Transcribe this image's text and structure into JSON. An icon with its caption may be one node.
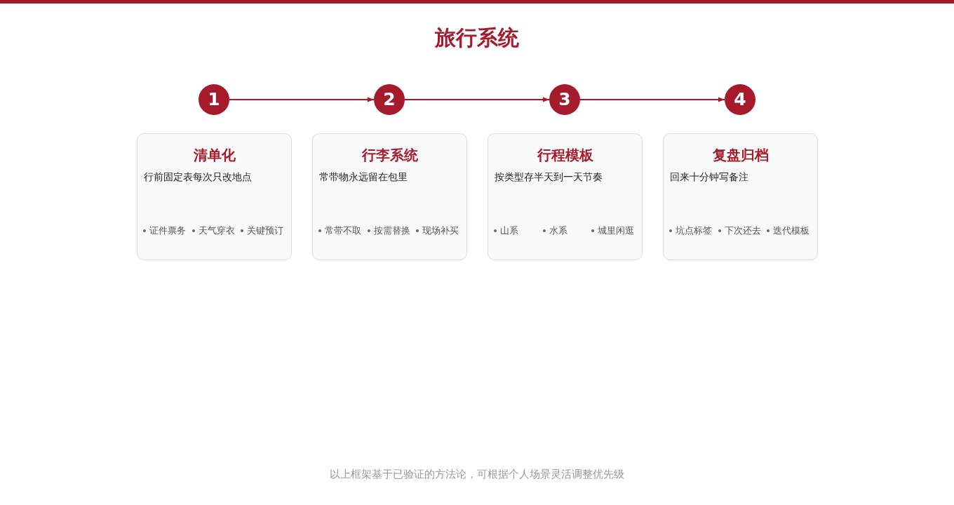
{
  "diagram": {
    "title": "旅行系统",
    "caption": "以上框架基于已验证的方法论，可根据个人场景灵活调整优先级",
    "nodes": [
      {
        "text": [
          "1"
        ]
      },
      {
        "text": [
          "2"
        ]
      },
      {
        "text": [
          "3"
        ]
      },
      {
        "text": [
          "4"
        ]
      },
      {
        "text": [
          "清单化",
          "行前固定表每次只改地点",
          "证件票务",
          "天气穿衣",
          "关键预订"
        ]
      },
      {
        "text": [
          "行李系统",
          "常带物永远留在包里",
          "常带不取",
          "按需替换",
          "现场补买"
        ]
      },
      {
        "text": [
          "行程模板",
          "按类型存半天到一天节奏",
          "山系",
          "水系",
          "城里闲逛"
        ]
      },
      {
        "text": [
          "复盘归档",
          "回来十分钟写备注",
          "坑点标签",
          "下次还去",
          "迭代模板"
        ]
      }
    ],
    "edges": [
      {
        "from": 0,
        "to": 1,
        "arrow": "to"
      },
      {
        "from": 1,
        "to": 2,
        "arrow": "to"
      },
      {
        "from": 2,
        "to": 3,
        "arrow": "to"
      }
    ]
  }
}
